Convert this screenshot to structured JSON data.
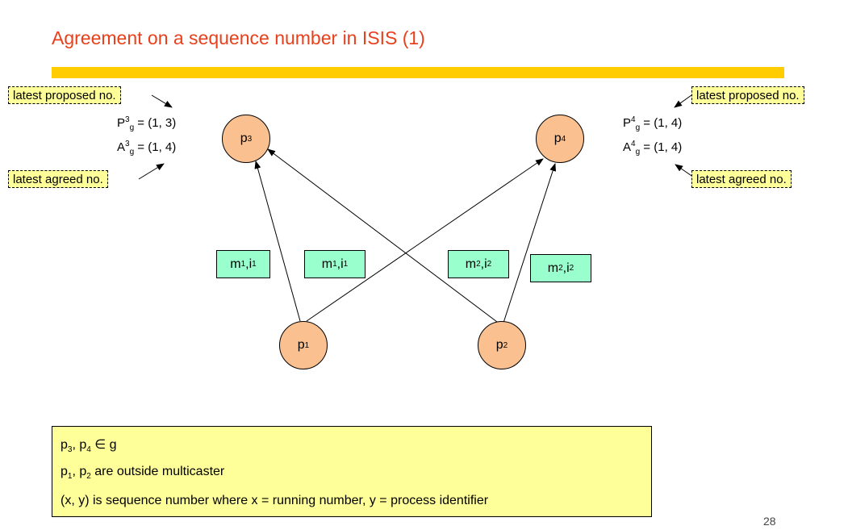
{
  "title": "Agreement on a sequence number in ISIS (1)",
  "callouts": {
    "left_proposed": "latest proposed no.",
    "left_agreed": "latest agreed no.",
    "right_proposed": "latest proposed no.",
    "right_agreed": "latest agreed no."
  },
  "left_values": {
    "p_base": "P",
    "p_sup": "3",
    "p_sub": "g",
    "p_value": " = (1, 3)",
    "a_base": "A",
    "a_sup": "3",
    "a_sub": "g",
    "a_value": " = (1, 4)"
  },
  "right_values": {
    "p_base": "P",
    "p_sup": "4",
    "p_sub": "g",
    "p_value": " = (1, 4)",
    "a_base": "A",
    "a_sup": "4",
    "a_sub": "g",
    "a_value": " = (1, 4)"
  },
  "nodes": {
    "p3": {
      "base": "p",
      "sub": "3"
    },
    "p4": {
      "base": "p",
      "sub": "4"
    },
    "p1": {
      "base": "p",
      "sub": "1"
    },
    "p2": {
      "base": "p",
      "sub": "2"
    }
  },
  "messages": [
    {
      "m": "m",
      "m_sub": "1",
      "sep": ", ",
      "i": "i",
      "i_sub": "1"
    },
    {
      "m": "m",
      "m_sub": "1",
      "sep": ", ",
      "i": "i",
      "i_sub": "1"
    },
    {
      "m": "m",
      "m_sub": "2",
      "sep": ", ",
      "i": "i",
      "i_sub": "2"
    },
    {
      "m": "m",
      "m_sub": "2",
      "sep": ", ",
      "i": "i",
      "i_sub": "2"
    }
  ],
  "note": {
    "l1_a": "p",
    "l1_a_sub": "3",
    "l1_b": ", p",
    "l1_b_sub": "4",
    "l1_c": " ∈ g",
    "l2_a": "p",
    "l2_a_sub": "1",
    "l2_b": ", p",
    "l2_b_sub": "2",
    "l2_c": " are outside multicaster",
    "l3": "(x, y) is sequence number where x = running number, y = process identifier"
  },
  "page_number": "28"
}
